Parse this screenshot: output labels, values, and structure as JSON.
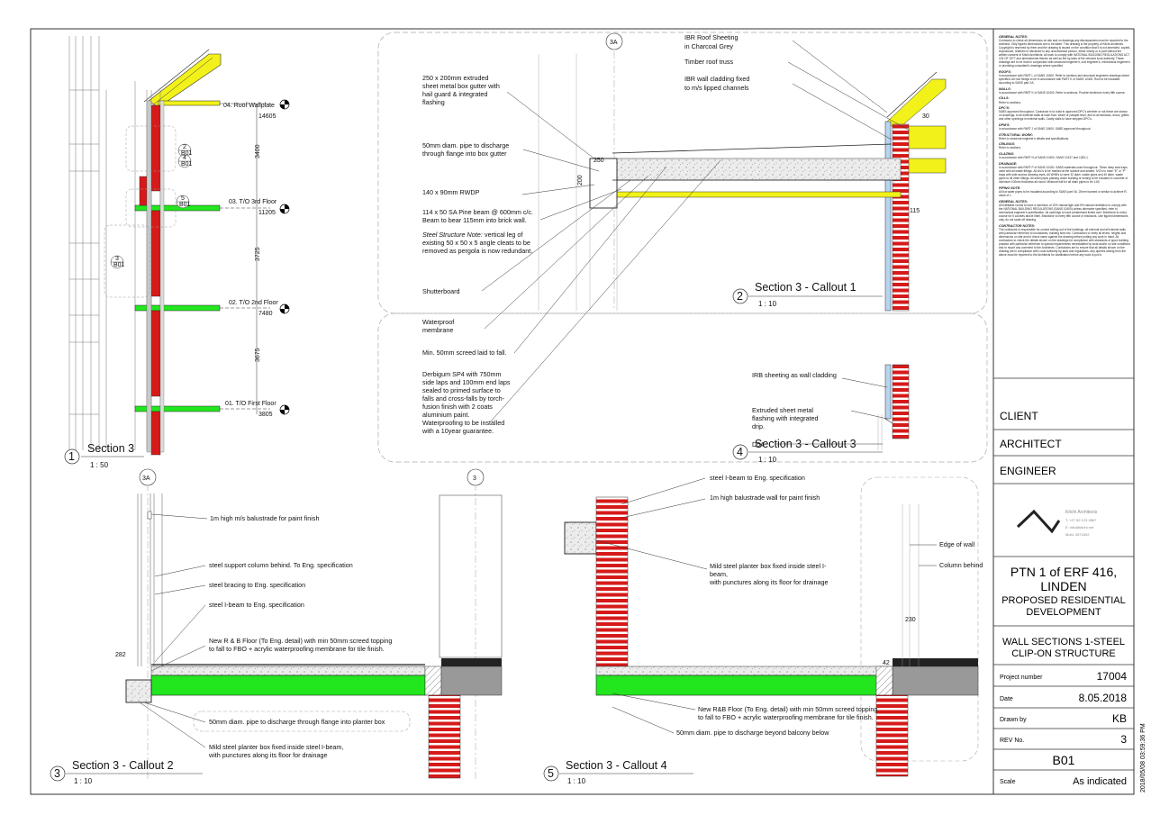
{
  "notes": [
    {
      "heading": "GENERAL NOTES:",
      "body": "Contractor to check all dimensions on site and on drawings,any discrepancies must be reported to the architect. Only figured dimensions are to be taken. This drawing is the property of Kitchi Architects Copyright is reserved by them and the drawing is issued on the condition that it is not amended, copied, reproduced, retained or disclosed to any unauthorised person, either wholly or in part without the written consent of Kitchi Architects. All work to comply with NATIONAL BUILDING REGULATIONS ACT 103 OF 1977 and amendments thereto as well as the by-laws of the relevant local authority. These drawings are to be read in conjunction with structural engineer's, civil engineer's, mechanical engineer's or plumbing consultant's drawings where specified."
    },
    {
      "heading": "ROOFS:",
      "body": "In accordance with PART L of SANS 10400. Refer to sections and structural engineers drawings where specified. All roof fixings to be in accordance with PART K of SANS 10400. Roof to be insulated according to SANS part XA."
    },
    {
      "heading": "WALLS:",
      "body": "In accordance with PART K of SANS 10400. Refer to sections. Provide brickforce every fifth course."
    },
    {
      "heading": "CILLS:",
      "body": "Refer to sections."
    },
    {
      "heading": "DPC'S:",
      "body": "SABS approved throughout. Contractor is to build in approved DPC's whether or not these are shown on drawings, to all external walls at each floor, beam or parapet level, and to all windows, doors, grilles and other openings in external walls. Cavity walls to have stepped DPC's."
    },
    {
      "heading": "DPM'S:",
      "body": "In accordance with PART J of SANS 10400. SABS approved throughout."
    },
    {
      "heading": "STRUCTURAL WORK:",
      "body": "Refer to structural engineer's details and specifications."
    },
    {
      "heading": "CEILINGS:",
      "body": "Refer to sections."
    },
    {
      "heading": "GLAZING:",
      "body": "In accordance with PART N of SANS 10400, SANS 10137 and 1263-1."
    },
    {
      "heading": "DRAINAGE:",
      "body": "In accordance with PART P of SANS 10400. SABS materials used throughout. 75mm deep seal traps used with all waste fittings. All w/c's to be marked at the surface and sealed. IVO's to have \"E\" or \"P\" traps with side access cleaning eyes. All WHB's to have 32 diam. waste pipes and 40 diam. waste pipes to all other fittings. All drain pipes passing under building or footing to be encased in concrete of minimum 100mm thickness all round. Minimum fall for all drain pipes to be 1:60."
    },
    {
      "heading": "PIPING NOTE:",
      "body": "All hot water pipes to be insulated according to SANS part XA. 20mm foamed or similar to achieve R-value of 1."
    },
    {
      "heading": "GENERAL NOTES:",
      "body": "All habitable rooms to have a minimum of 10% natural light and 5% natural ventilation to comply with the NATIONAL BUILDING REGULATIONS (SANS 10400) unless otherwise specified, refer to mechanical engineer's specification. All openings to have prestressed lintels over. Brickforce to every course for 5 courses above lintel. Brickforce to every fifth course of brickwork. Use figured dimensions only, do not scale off drawing."
    },
    {
      "heading": "CONTRACTOR NOTES:",
      "body": "The contractor is responsible for correct setting out of the buildings, all external and all internal walls with particular reference to boundaries, building lines etc. Contractors to verify all levels, heights and dimensions on site and to check same against the drawing before putting any work in hand. All contractors to check the details shown on the drawings for compliance with standards of good building practice with particular reference to special requirements necessitated by local and/or on site conditions and to report any comment to the Architects. Contractors are to ensure that all details shown on the drawing are in compliance with Local Authority by-laws and regulations. Any queries arising from the above must be reported to the Architects for clarification before any work is put in."
    }
  ],
  "titleblock": {
    "client": "CLIENT",
    "architect": "ARCHITECT",
    "engineer": "ENGINEER",
    "logo_lines": [
      "Kitchi Architects",
      "T: +27 82 123 4567",
      "E: info@kitchi.net",
      "Mobi: 2671692"
    ],
    "project_line1": "PTN 1 of ERF 416,",
    "project_line2": "LINDEN",
    "project_line3": "PROPOSED RESIDENTIAL",
    "project_line4": "DEVELOPMENT",
    "sheet_title1": "WALL SECTIONS 1-STEEL",
    "sheet_title2": "CLIP-ON STRUCTURE",
    "project_number_label": "Project number",
    "project_number": "17004",
    "date_label": "Date",
    "date": "8.05.2018",
    "drawn_by_label": "Drawn by",
    "drawn_by": "KB",
    "rev_label": "REV No.",
    "rev": "3",
    "sheet_no": "B01",
    "scale_label": "Scale",
    "scale": "As indicated",
    "timestamp": "2018/05/08 03:59:36 PM"
  },
  "view1": {
    "num": "1",
    "title": "Section 3",
    "scale": "1 : 50",
    "levels": [
      {
        "name": "04. Roof Wallplate",
        "value": "14605"
      },
      {
        "name": "03. T/O 3rd Floor",
        "value": "11205"
      },
      {
        "name": "02. T/O 2nd Floor",
        "value": "7480"
      },
      {
        "name": "01. T/O First Floor",
        "value": "3805"
      }
    ],
    "callouts": [
      {
        "num": "2",
        "sheet": "B01"
      },
      {
        "num": "4",
        "sheet": "B01"
      },
      {
        "num": "5",
        "sheet": "B01"
      },
      {
        "num": "3",
        "sheet": "B01"
      }
    ],
    "dims": [
      "3400",
      "3725",
      "3675"
    ]
  },
  "view2": {
    "num": "2",
    "title": "Section 3 - Callout 1",
    "scale": "1 : 10",
    "grid": "3A",
    "labels": [
      "IBR Roof Sheeting",
      "in Charcoal Grey",
      "Timber roof truss",
      "IBR wall cladding fixed",
      "to m/s lipped channels",
      "250 x 200mm extruded",
      "sheet metal box gutter with",
      "hail guard & integrated",
      "flashing",
      "50mm diam. pipe to discharge",
      "through flange into box gutter",
      "140 x 90mm RWDP",
      "114 x 50 SA Pine beam @ 600mm c/c.",
      "Beam to bear 115mm into brick wall.",
      "Steel Structure Note:",
      " vertical leg of",
      "existing 50 x 50 x 5 angle cleats to be",
      "removed as pergola is now redundant.",
      "Shutterboard",
      "Waterproof",
      "membrane",
      "Min. 50mm screed laid to fall.",
      "Derbigum SP4 with 750mm",
      "side laps and 100mm end laps",
      "sealed to primed surface to",
      "falls and cross-falls by torch-",
      "fusion finish with 2 coats",
      "aluminium paint.",
      "Waterproofing to be installed",
      "with a 10year guarantee."
    ],
    "dims": [
      "250",
      "200",
      "115",
      "30"
    ]
  },
  "view4": {
    "num": "4",
    "title": "Section 3 - Callout 3",
    "scale": "1 : 10",
    "labels": [
      "IRB sheeting as wall cladding",
      "Extruded sheet metal",
      "flashing with integrated",
      "drip.",
      "D04"
    ]
  },
  "view3": {
    "num": "3",
    "title": "Section 3 - Callout 2",
    "scale": "1 : 10",
    "grid_a": "3A",
    "grid_b": "3",
    "labels": [
      "1m high m/s balustrade for paint finish",
      "steel support column behind. To Eng. specification",
      "steel bracing to Eng. specification",
      "steel I-beam to Eng. specification",
      "New R & B Floor (To Eng. detail) with min 50mm screed topping",
      "to fall to FBO + acrylic waterproofing membrane for tile finish.",
      "50mm diam. pipe to discharge through flange into planter box",
      "Mild steel planter box fixed inside steel I-beam,",
      "with punctures along its floor for drainage"
    ],
    "dim": "282"
  },
  "view5": {
    "num": "5",
    "title": "Section 3 - Callout 4",
    "scale": "1 : 10",
    "labels": [
      "steel I-beam to Eng. specification",
      "1m high balustrade wall for paint finish",
      "Mild steel planter box fixed inside steel I-",
      "beam,",
      "with punctures along its floor for drainage",
      "Edge of wall",
      "Column behind",
      "New R&B Floor (To Eng. detail) with min 50mm screed topping",
      "to fall to FBO + acrylic waterproofing membrane for tile finish.",
      "50mm diam. pipe to discharge beyond balcony below"
    ],
    "dims": [
      "230",
      "42"
    ]
  },
  "colors": {
    "slab": "#22e61e",
    "brick": "#d61a1a",
    "insulation": "#f2f21a",
    "cladding": "#b8d4f0",
    "grey": "#aaaaaa"
  }
}
